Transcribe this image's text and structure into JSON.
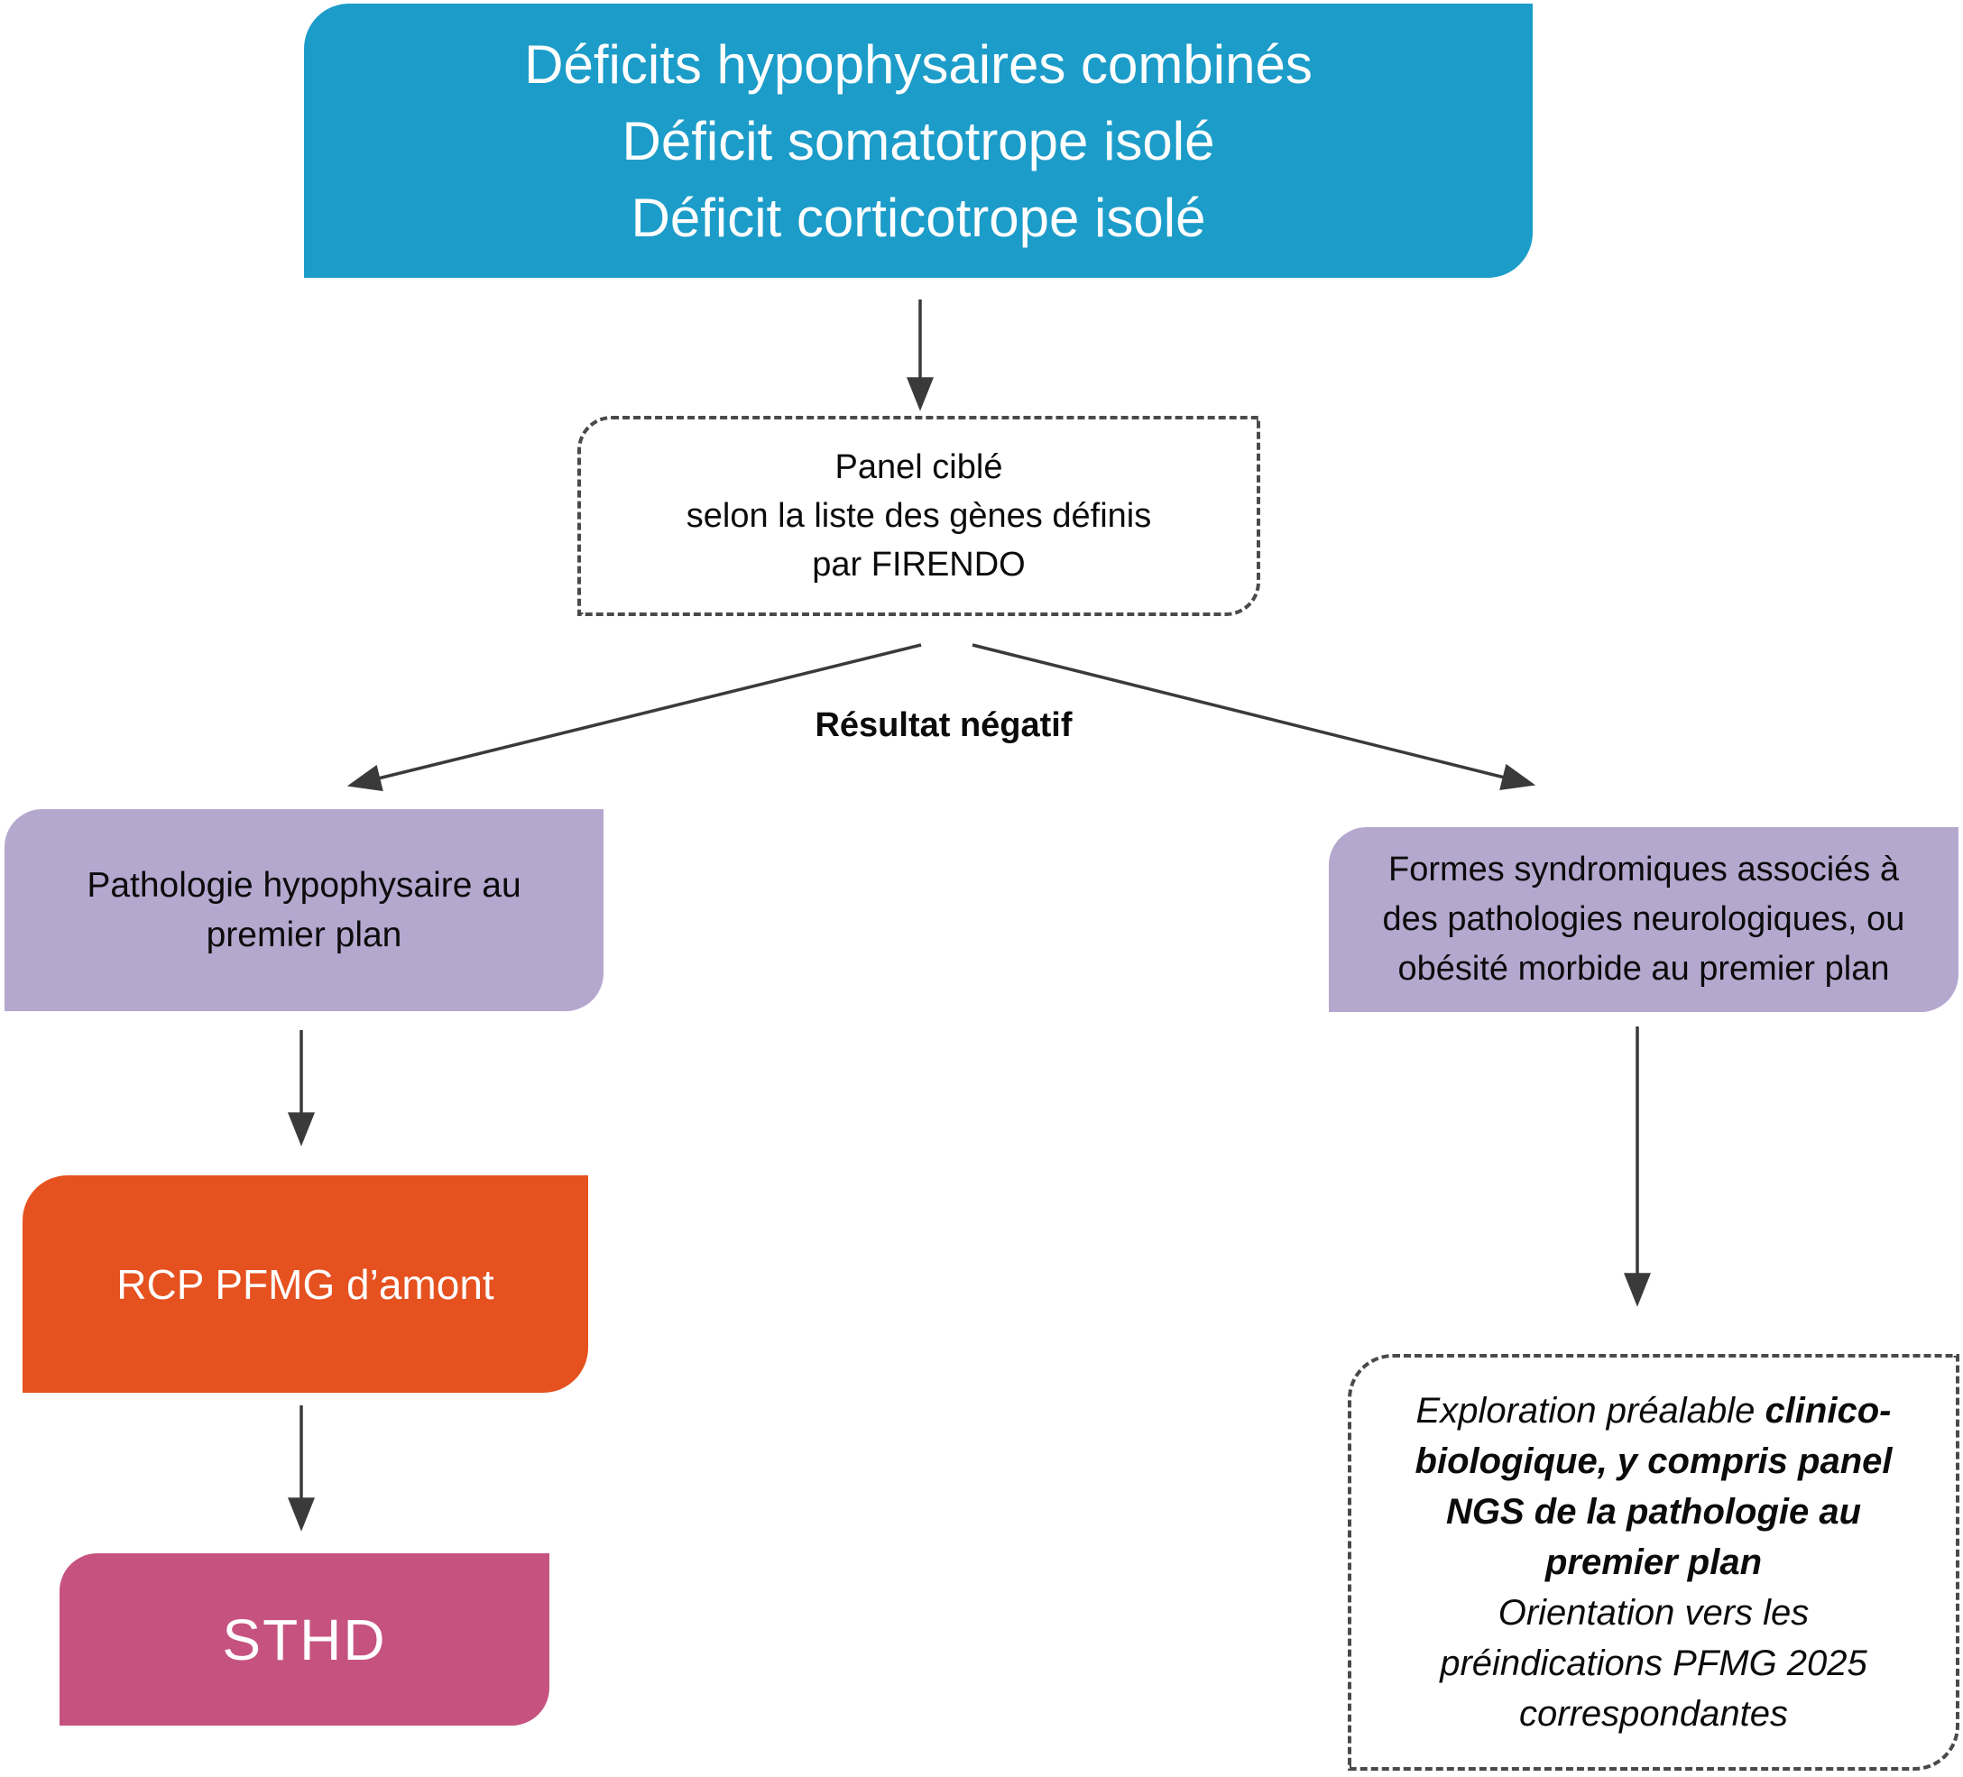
{
  "title_box": {
    "lines": [
      "Déficits hypophysaires combinés",
      "Déficit somatotrope isolé",
      "Déficit corticotrope isolé"
    ]
  },
  "panel_box": {
    "lines": [
      "Panel ciblé",
      "selon la liste des gènes définis",
      "par FIRENDO"
    ]
  },
  "branch_label": "Résultat négatif",
  "left_branch": {
    "pathology_box": {
      "lines": [
        "Pathologie hypophysaire au",
        "premier plan"
      ]
    },
    "rcp_box": {
      "label": "RCP PFMG d’amont"
    },
    "sthd_box": {
      "label": "STHD"
    }
  },
  "right_branch": {
    "syndromic_box": {
      "lines": [
        "Formes syndromiques associés à",
        "des pathologies neurologiques, ou",
        "obésité morbide au premier plan"
      ]
    },
    "exploration_box": {
      "line1_normal": "Exploration préalable ",
      "line1_bold": "clinico-",
      "line2_bold": "biologique, y compris panel",
      "line3_bold": "NGS de la pathologie au",
      "line4_bold": "premier plan",
      "line5": "Orientation vers les",
      "line6": "préindications PFMG 2025",
      "line7": "correspondantes"
    }
  },
  "icons": {
    "arrows": [
      "arrow-down-title-to-panel",
      "arrow-diagonal-panel-to-pathology",
      "arrow-diagonal-panel-to-syndromic",
      "arrow-down-pathology-to-rcp",
      "arrow-down-rcp-to-sthd",
      "arrow-down-syndromic-to-exploration"
    ]
  },
  "colors": {
    "blue": "#1c9cc9",
    "lavender": "#b4a8cf",
    "orange": "#e5511f",
    "pink": "#c6537f",
    "line": "#3a3a3a",
    "dash": "#4a4a4a",
    "text": "#0b0b0b",
    "white-text": "#ffffff"
  }
}
